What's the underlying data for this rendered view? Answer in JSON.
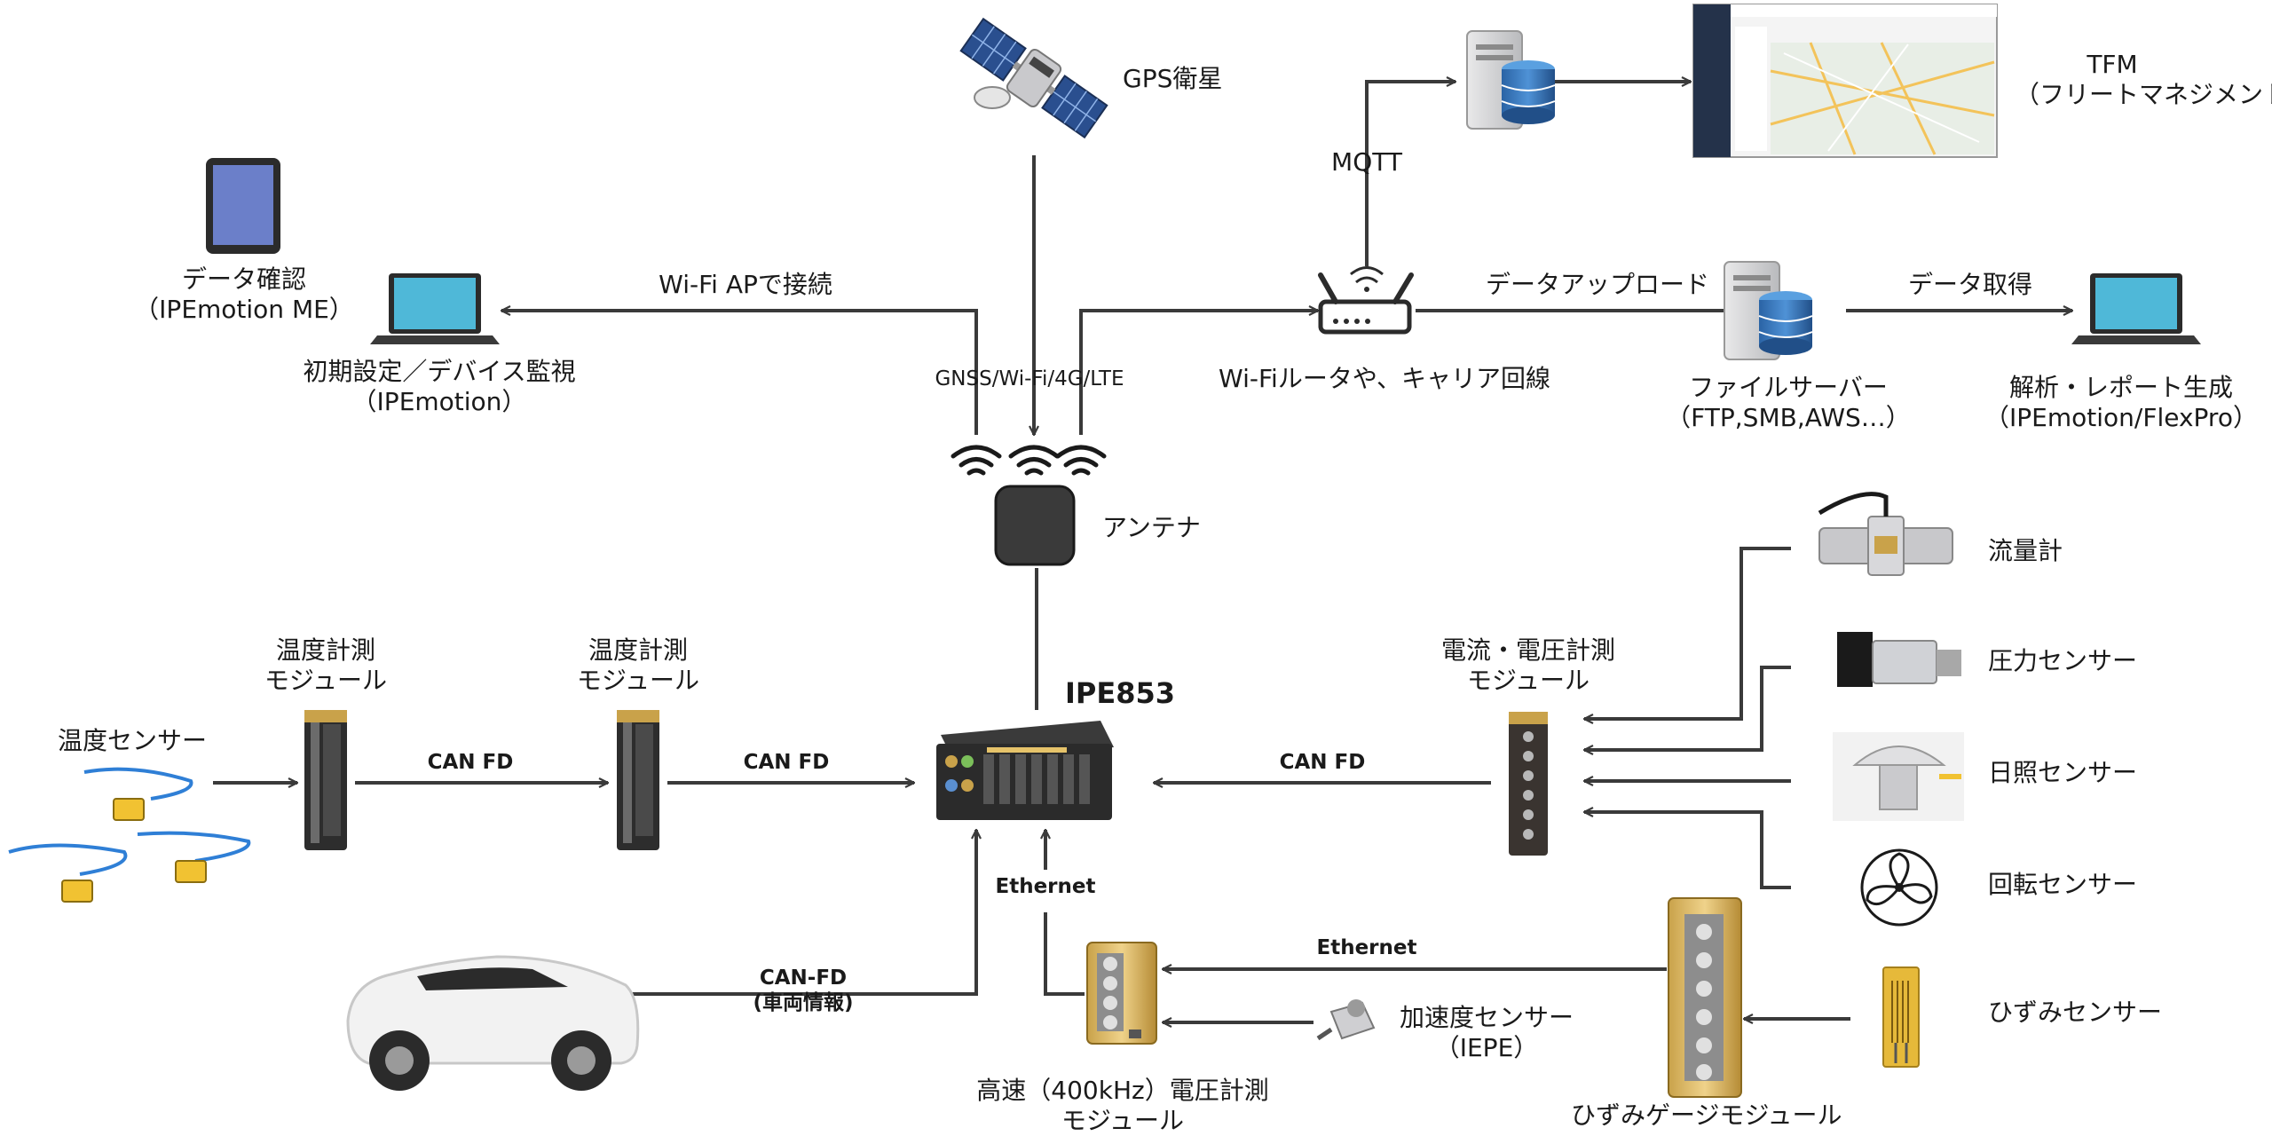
{
  "labels": {
    "gps": "GPS衛星",
    "tfm_line1": "TFM",
    "tfm_line2": "（フリートマネジメント）",
    "mqtt": "MQTT",
    "data_check_line1": "データ確認",
    "data_check_line2": "（IPEmotion ME）",
    "wifi_ap": "Wi-Fi APで接続",
    "initial_line1": "初期設定／デバイス監視",
    "initial_line2": "（IPEmotion）",
    "gnss": "GNSS/Wi-Fi/4G/LTE",
    "router": "Wi-Fiルータや、キャリア回線",
    "upload": "データアップロード",
    "fileserver_line1": "ファイルサーバー",
    "fileserver_line2": "（FTP,SMB,AWS…）",
    "data_get": "データ取得",
    "analysis_line1": "解析・レポート生成",
    "analysis_line2": "（IPEmotion/FlexPro）",
    "antenna": "アンテナ",
    "flowmeter": "流量計",
    "pressure": "圧力センサー",
    "sunlight": "日照センサー",
    "rotation": "回転センサー",
    "strain_sensor": "ひずみセンサー",
    "temp_module1_line1": "温度計測",
    "temp_module1_line2": "モジュール",
    "temp_module2_line1": "温度計測",
    "temp_module2_line2": "モジュール",
    "current_module_line1": "電流・電圧計測",
    "current_module_line2": "モジュール",
    "ipe853": "IPE853",
    "temp_sensor": "温度センサー",
    "canfd1": "CAN FD",
    "canfd2": "CAN FD",
    "canfd3": "CAN FD",
    "ethernet1": "Ethernet",
    "ethernet2": "Ethernet",
    "canfd_vehicle_line1": "CAN-FD",
    "canfd_vehicle_line2": "(車両情報)",
    "accel_line1": "加速度センサー",
    "accel_line2": "（IEPE）",
    "hs_module_line1": "高速（400kHz）電圧計測",
    "hs_module_line2": "モジュール",
    "strain_module": "ひずみゲージモジュール"
  },
  "colors": {
    "line": "#3a3a3a",
    "screen": "#4fb8d8",
    "device_dark": "#2b2b2b",
    "server_db": "#2f6fb3",
    "module_gold": "#d8b45a"
  }
}
